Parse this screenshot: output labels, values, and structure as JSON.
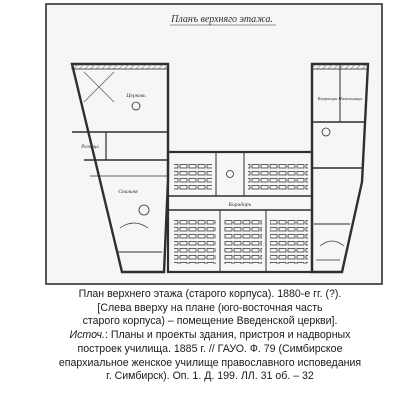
{
  "figure": {
    "title_lettering": "Планъ верхняго этажа.",
    "room_labels": {
      "left_top": "Церковь",
      "left_small": "Ризница",
      "left_middle": "Спальня",
      "right_top": "Квартира Начальницы",
      "corridor": "Коридоръ"
    },
    "colors": {
      "ink": "#2f2f2f",
      "paper": "#f6f6f4"
    }
  },
  "caption": {
    "line1": "План верхнего этажа (старого корпуса). 1880-е гг. (?).",
    "line2": "[Слева вверху на плане (юго-восточная часть",
    "line3": "старого корпуса) – помещение Введенской церкви].",
    "source_label": "Источ.",
    "source_line1": ": Планы и проекты здания, пристроя и надворных",
    "source_line2": "построек училища. 1885 г. // ГАУО. Ф. 79 (Симбирское",
    "source_line3": "епархиальное женское училище православного исповедания",
    "source_line4": "г. Симбирск). Оп. 1. Д. 199. ЛЛ. 31 об. – 32"
  }
}
